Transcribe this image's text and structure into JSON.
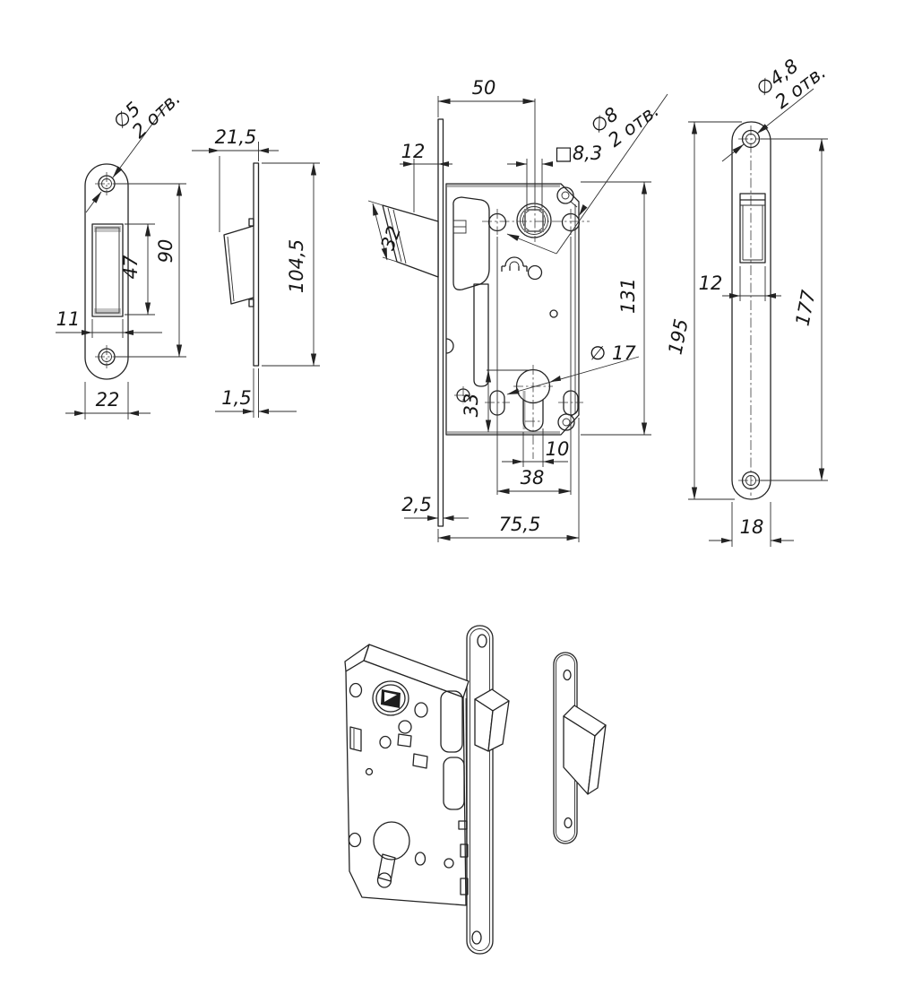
{
  "drawing": {
    "background_color": "#ffffff",
    "line_color": "#232323",
    "gray_edge_color": "#b2b2b2",
    "views": {
      "strike_front": {
        "callout_dia": "∅5",
        "callout_holes": "2 отв.",
        "dim_hole_spacing": "90",
        "dim_slot_height": "47",
        "dim_slot_width": "11",
        "dim_plate_width": "22"
      },
      "strike_side": {
        "dim_depth": "21,5",
        "dim_height": "104,5",
        "dim_thickness": "1,5"
      },
      "lock_front": {
        "dim_backset": "50",
        "dim_edge_offset": "12",
        "dim_bolt_width": "32",
        "callout_square": "□8,3",
        "callout_dia": "∅8",
        "callout_holes": "2 отв.",
        "dim_case_height": "131",
        "callout_cylinder": "∅ 17",
        "dim_cyl_to_bottom": "33",
        "dim_slot_width": "10",
        "dim_hole_spacing": "38",
        "dim_plate_thickness": "2,5",
        "dim_case_depth": "75,5"
      },
      "faceplate_front": {
        "callout_dia": "∅4,8",
        "callout_holes": "2 отв.",
        "dim_window_width": "12",
        "dim_hole_spacing": "177",
        "dim_total_height": "195",
        "dim_plate_width": "18"
      }
    }
  }
}
